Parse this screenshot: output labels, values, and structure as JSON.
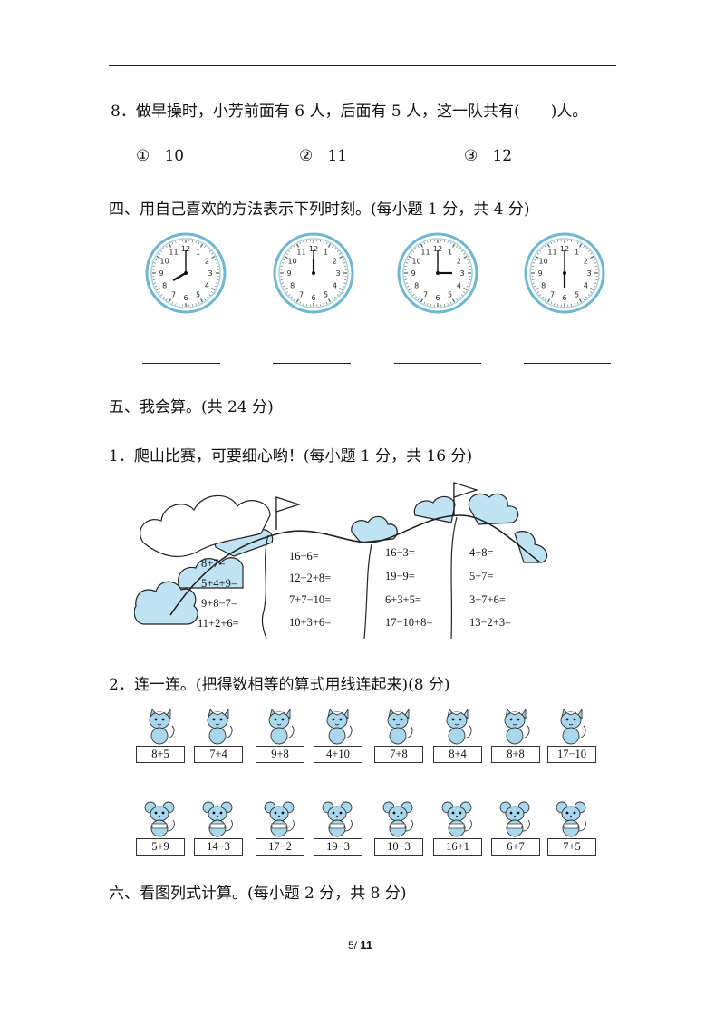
{
  "q8": {
    "text": "8．做早操时，小芳前面有 6 人，后面有 5 人，这一队共有(　　)人。",
    "options": [
      {
        "mark": "①",
        "value": "10"
      },
      {
        "mark": "②",
        "value": "11"
      },
      {
        "mark": "③",
        "value": "12"
      }
    ]
  },
  "section4": {
    "title": "四、用自己喜欢的方法表示下列时刻。(每小题 1 分，共 4 分)",
    "clock_numbers": [
      "12",
      "1",
      "2",
      "3",
      "4",
      "5",
      "6",
      "7",
      "8",
      "9",
      "10",
      "11"
    ],
    "clocks": [
      {
        "hour": 8,
        "minute": 0
      },
      {
        "hour": 12,
        "minute": 0
      },
      {
        "hour": 3,
        "minute": 0
      },
      {
        "hour": 6,
        "minute": 0
      }
    ]
  },
  "section5": {
    "title": "五、我会算。(共 24 分)",
    "q1": {
      "title": "1．爬山比赛，可要细心哟！(每小题 1 分，共 16 分)",
      "columns": [
        [
          "8+7=",
          "5+4+9=",
          "9+8−7=",
          "11+2+6="
        ],
        [
          "16−6=",
          "12−2+8=",
          "7+7−10=",
          "10+3+6="
        ],
        [
          "16−3=",
          "19−9=",
          "6+3+5=",
          "17−10+8="
        ],
        [
          "4+8=",
          "5+7=",
          "3+7+6=",
          "13−2+3="
        ]
      ]
    },
    "q2": {
      "title": "2．连一连。(把得数相等的算式用线连起来)(8 分)",
      "top_row": [
        "8+5",
        "7+4",
        "9+8",
        "4+10",
        "7+8",
        "8+4",
        "8+8",
        "17−10"
      ],
      "bottom_row": [
        "5+9",
        "14−3",
        "17−2",
        "19−3",
        "10−3",
        "16+1",
        "6+7",
        "7+5"
      ]
    }
  },
  "section6": {
    "title": "六、看图列式计算。(每小题 2 分，共 8 分)"
  },
  "footer": {
    "page": "5/",
    "total": "11"
  }
}
